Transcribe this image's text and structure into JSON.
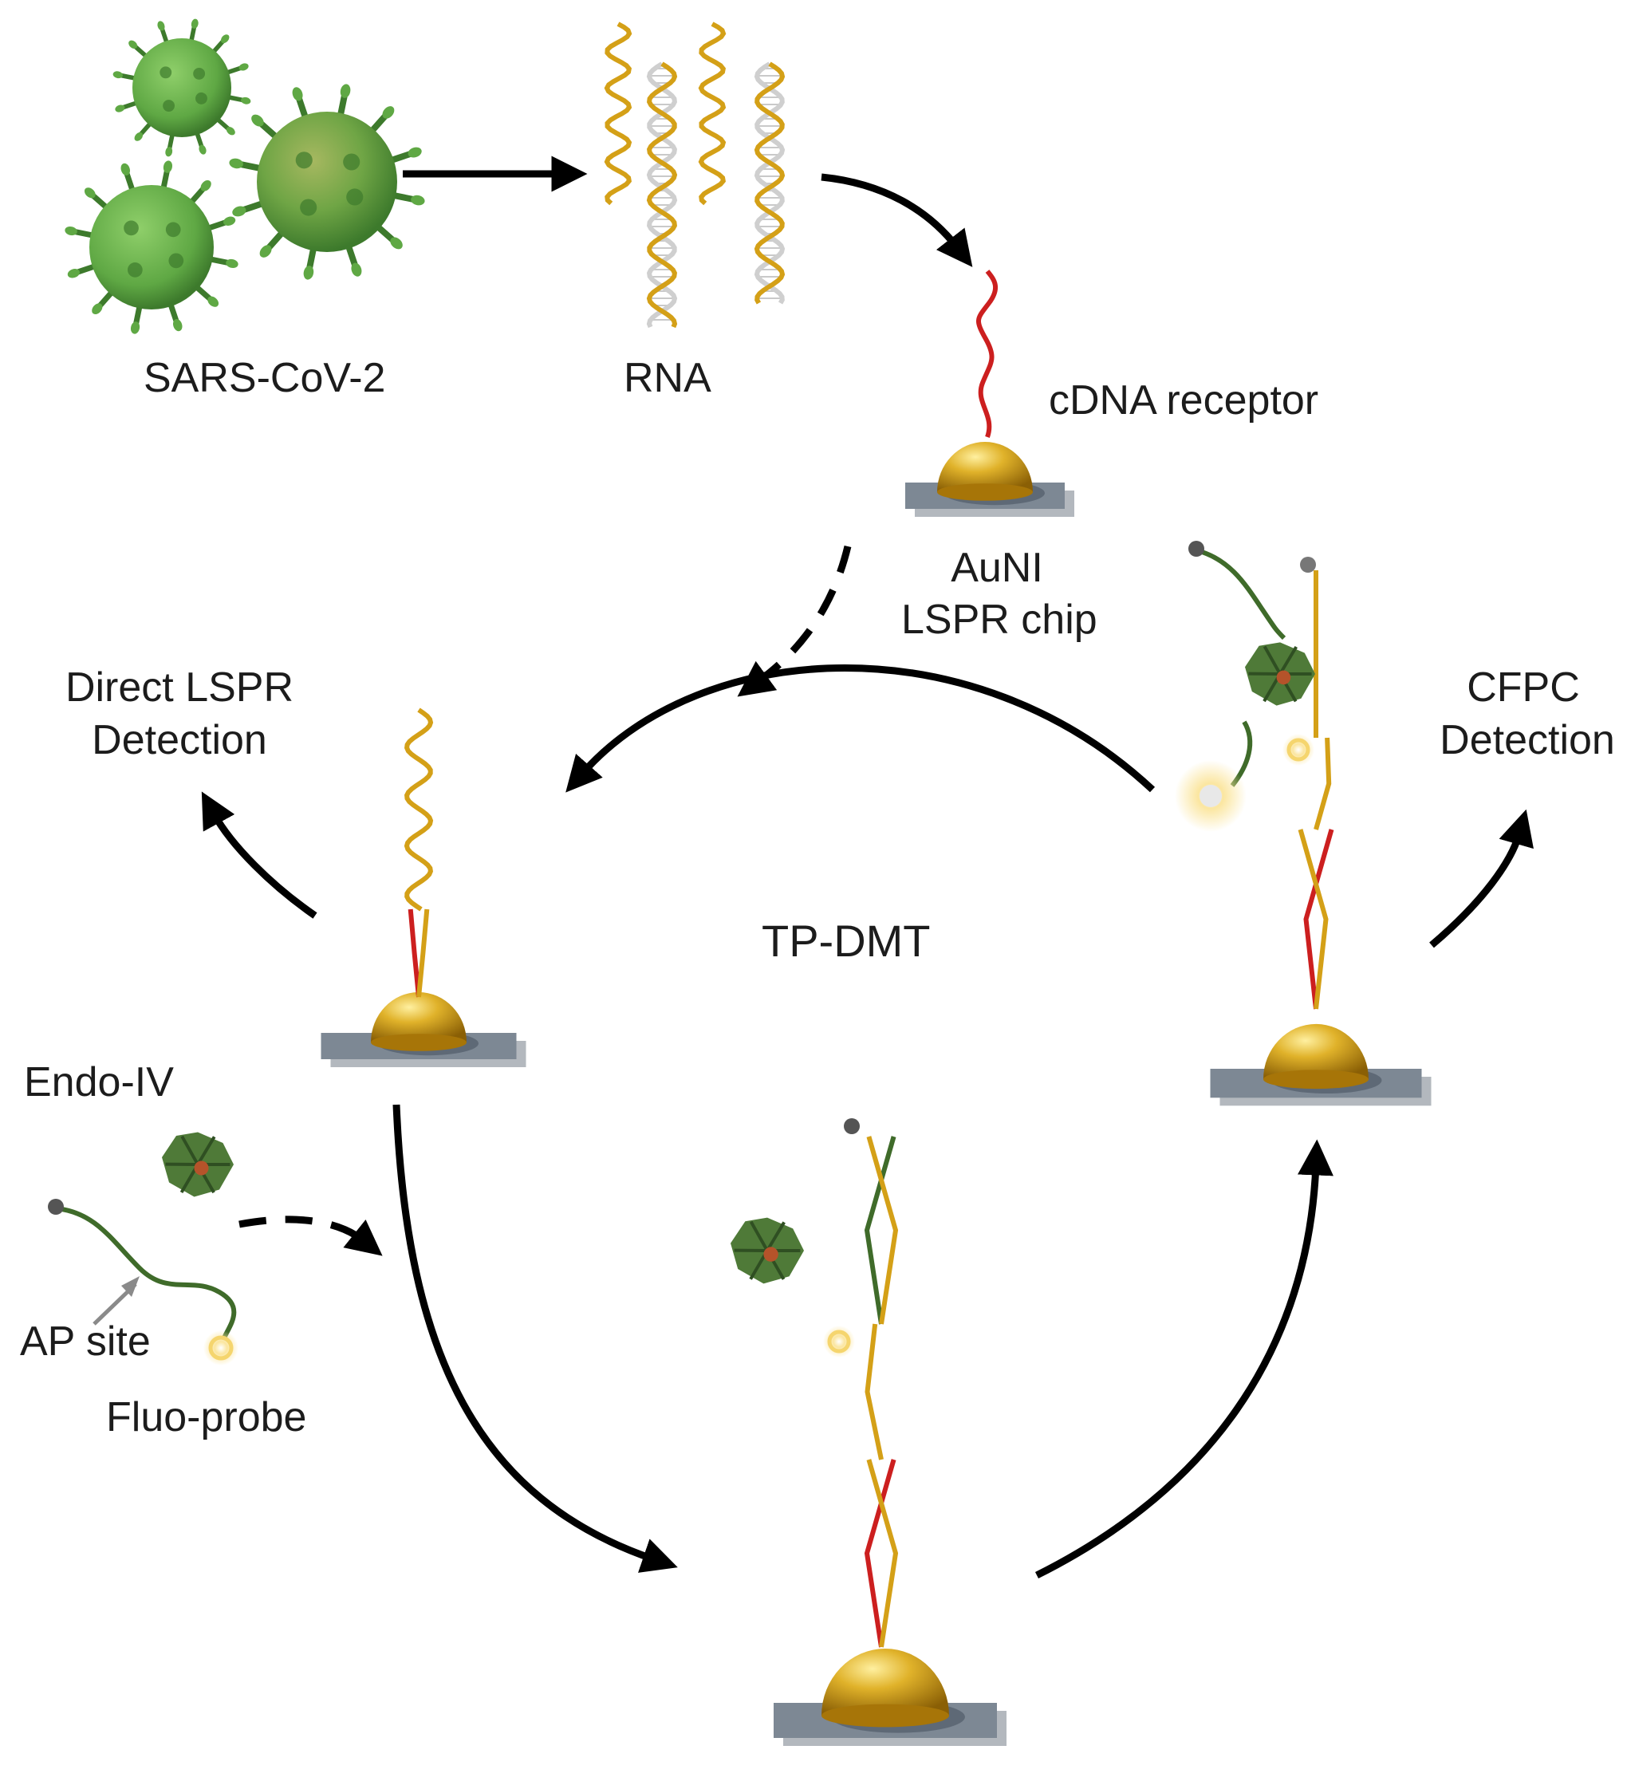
{
  "labels": {
    "virus": "SARS-CoV-2",
    "rna": "RNA",
    "cdna": "cDNA receptor",
    "chip_line1": "AuNI",
    "chip_line2": "LSPR chip",
    "direct_line1": "Direct LSPR",
    "direct_line2": "Detection",
    "cfpc_line1": "CFPC",
    "cfpc_line2": "Detection",
    "center": "TP-DMT",
    "endo": "Endo-IV",
    "ap_site": "AP site",
    "fluo": "Fluo-probe"
  },
  "colors": {
    "virus": "#5fa844",
    "virus_dark": "#3d7a2c",
    "rna_strand": "#d4a017",
    "cdna_strand": "#cc1f1f",
    "probe_strand": "#3f6b2a",
    "gold": "#c9960f",
    "chip": "#7d8894",
    "glow": "#f5d56e",
    "arrow": "#000000"
  }
}
